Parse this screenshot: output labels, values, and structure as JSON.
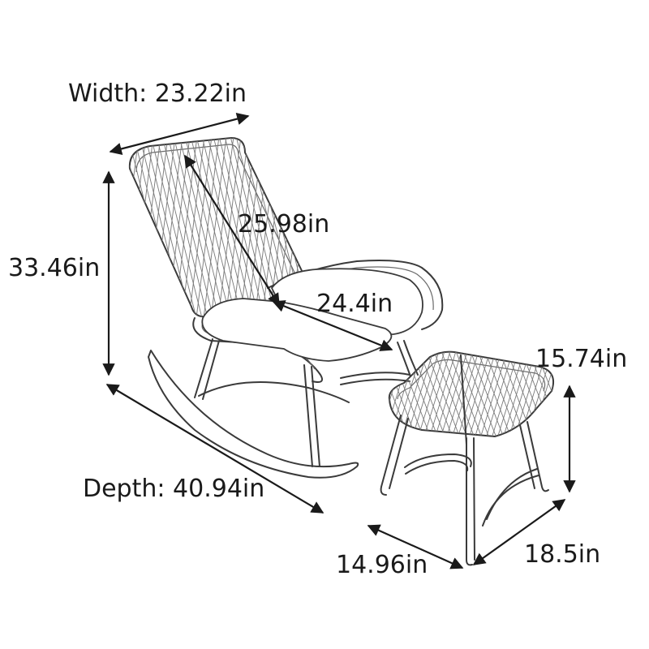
{
  "diagram": {
    "dimensions": {
      "width": "Width: 23.22in",
      "height": "33.46in",
      "back_height": "25.98in",
      "seat_depth": "24.4in",
      "depth": "Depth: 40.94in",
      "ottoman_height": "15.74in",
      "ottoman_width": "14.96in",
      "ottoman_depth": "18.5in"
    },
    "colors": {
      "line": "#1a1a1a",
      "background": "#ffffff"
    }
  }
}
